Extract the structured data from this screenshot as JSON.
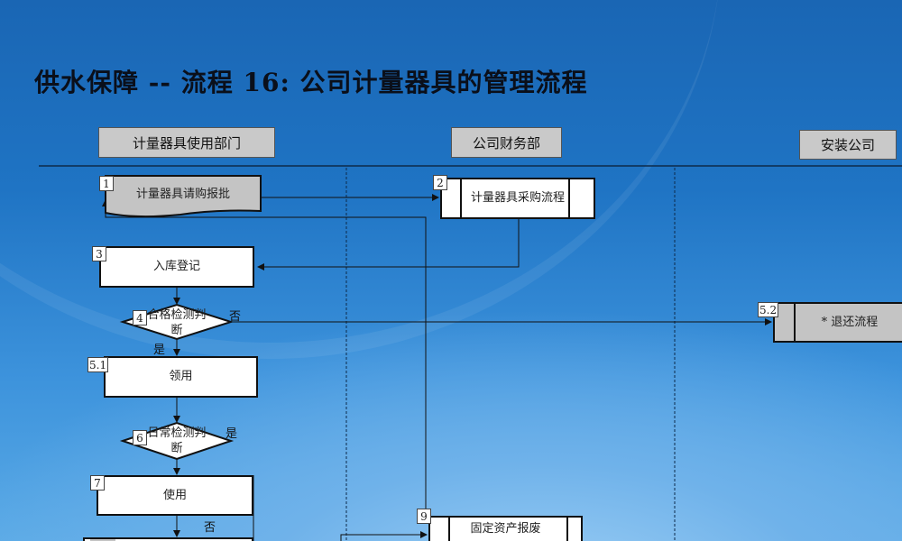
{
  "title": "供水保障 -- 流程 16: 公司计量器具的管理流程",
  "lanes": [
    "计量器具使用部门",
    "公司财务部",
    "安装公司"
  ],
  "steps": {
    "s1": {
      "num": "1",
      "label": "计量器具请购报批"
    },
    "s2": {
      "num": "2",
      "label": "计量器具采购流程"
    },
    "s3": {
      "num": "3",
      "label": "入库登记"
    },
    "s4": {
      "num": "4",
      "label": "合格检测判断"
    },
    "s51": {
      "num": "5.1",
      "label": "领用"
    },
    "s52": {
      "num": "5.2",
      "label": "* 退还流程"
    },
    "s6": {
      "num": "6",
      "label": "日常检测判断"
    },
    "s7": {
      "num": "7",
      "label": "使用"
    },
    "s9": {
      "num": "9",
      "label": "固定资产报废"
    }
  },
  "labels": {
    "no": "否",
    "yes": "是"
  }
}
